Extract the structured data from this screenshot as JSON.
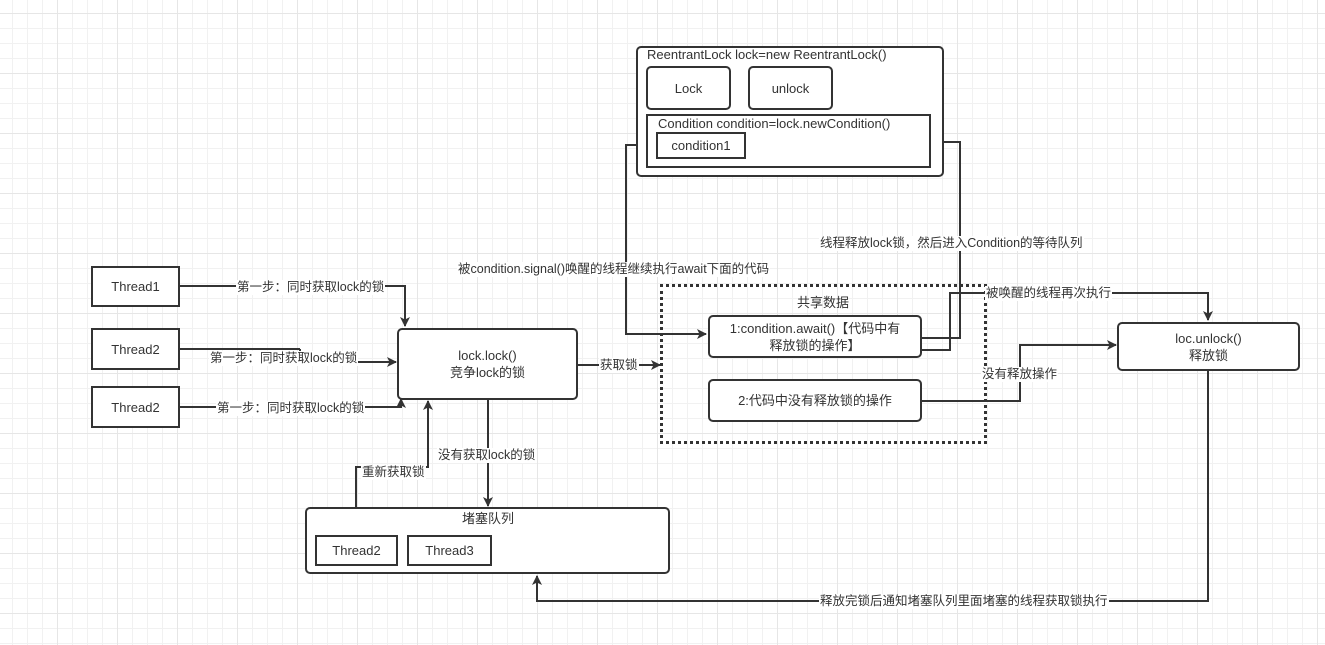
{
  "diagram": {
    "reentrant_lock": {
      "title": "ReentrantLock lock=new ReentrantLock()",
      "lock_button": "Lock",
      "unlock_button": "unlock",
      "condition_container": {
        "title": "Condition condition=lock.newCondition()",
        "item": "condition1"
      }
    },
    "threads": [
      {
        "label": "Thread1",
        "edge_label": "第一步：同时获取lock的锁"
      },
      {
        "label": "Thread2",
        "edge_label": "第一步：同时获取lock的锁"
      },
      {
        "label": "Thread2",
        "edge_label": "第一步：同时获取lock的锁"
      }
    ],
    "lock_box": {
      "line1": "lock.lock()",
      "line2": "竞争lock的锁"
    },
    "shared_data": {
      "title": "共享数据",
      "item1_line1": "1:condition.await()【代码中有",
      "item1_line2": "释放锁的操作】",
      "item2": "2:代码中没有释放锁的操作"
    },
    "unlock_box": {
      "line1": "loc.unlock()",
      "line2": "释放锁"
    },
    "blocking_queue": {
      "title": "堵塞队列",
      "items": [
        "Thread2",
        "Thread3"
      ]
    },
    "edge_labels": {
      "acquire_lock": "获取锁",
      "not_acquired": "没有获取lock的锁",
      "reacquire": "重新获取锁",
      "signal_continue": "被condition.signal()唤醒的线程继续执行await下面的代码",
      "release_enter_wait": "线程释放lock锁，然后进入Condition的等待队列",
      "woken_execute_again": "被唤醒的线程再次执行",
      "no_release": "没有释放操作",
      "notify_queue": "释放完锁后通知堵塞队列里面堵塞的线程获取锁执行"
    },
    "colors": {
      "stroke": "#333333",
      "background": "#ffffff",
      "grid": "#e6e6e6"
    }
  }
}
